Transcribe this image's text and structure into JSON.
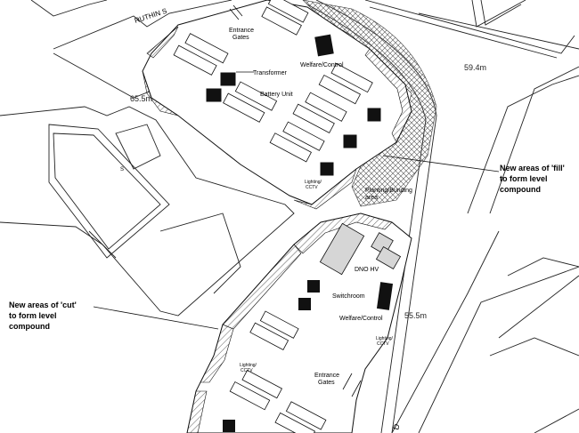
{
  "site_labels": {
    "street": "RUTHIN S",
    "entrance_north": [
      "Entrance",
      "Gates"
    ],
    "transformer": "Transformer",
    "welfare_north": "Welfare/Control",
    "battery_unit": "Battery Unit",
    "lighting_north": [
      "Lighting/",
      "CCTV"
    ],
    "planting": [
      "Planting/Bunding",
      "area"
    ],
    "dno": "DNO HV",
    "switchroom": "Switchroom",
    "welfare_south": "Welfare/Control",
    "lighting_south": [
      "Lighting/",
      "CCTV"
    ],
    "lighting_mid": [
      "Lighting/",
      "CCTV"
    ],
    "entrance_south": [
      "Entrance",
      "Gates"
    ],
    "road_mark": "D",
    "small_mark": "S"
  },
  "levels": {
    "west": "65.5m",
    "east_top": "59.4m",
    "east_mid": "55.5m"
  },
  "annotations": {
    "fill": [
      "New areas of 'fill'",
      "to form level",
      "compound"
    ],
    "cut": [
      "New areas of 'cut'",
      "to form level",
      "compound"
    ]
  },
  "colors": {
    "line": "#111111",
    "hatch": "#444444",
    "switchroom_fill": "#d6d6d6",
    "battery_fill": "#111111"
  }
}
